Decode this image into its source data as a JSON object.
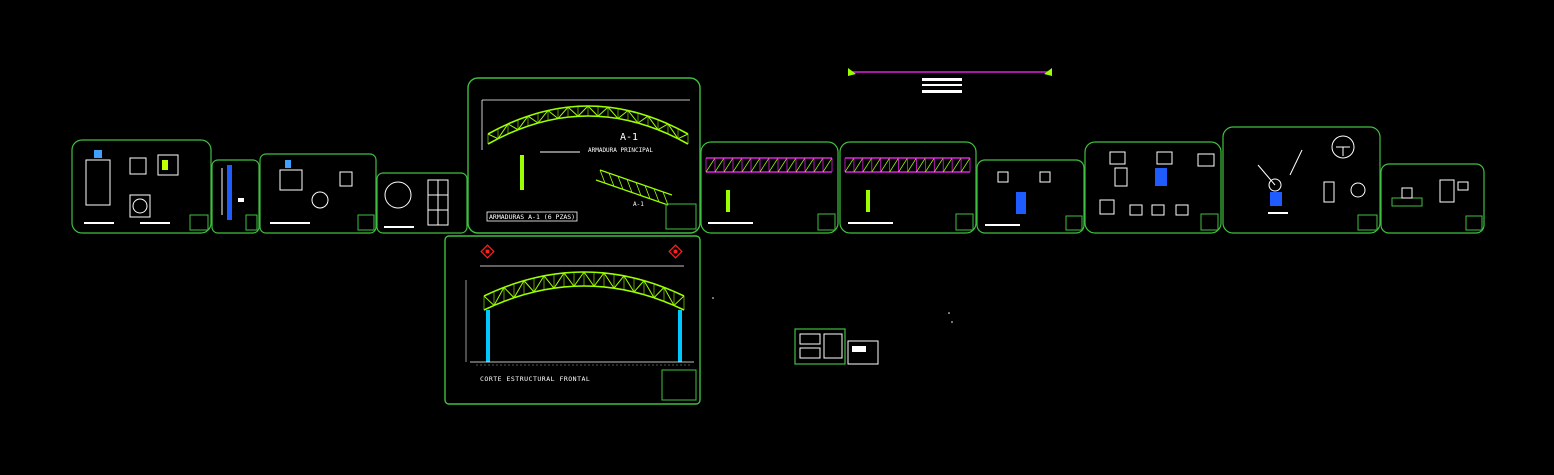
{
  "drawing": {
    "background": "#000000",
    "frame_color": "#3fbf3f",
    "truss_color": "#9cff00",
    "member_color": "#e020e0",
    "column_color": "#00c8ff",
    "annotation_color": "#ffffff",
    "marker_color": "#ff2020"
  },
  "main_truss_sheet": {
    "mark": "A-1",
    "title": "ARMADURA PRINCIPAL",
    "section_mark": "A-1",
    "caption": "ARMADURAS A-1 (6 PZAS)"
  },
  "section_sheet": {
    "caption": "CORTE ESTRUCTURAL FRONTAL"
  },
  "sheets": [
    {
      "id": "sheet-01-details",
      "label": ""
    },
    {
      "id": "sheet-02-column",
      "label": ""
    },
    {
      "id": "sheet-03-anchor",
      "label": ""
    },
    {
      "id": "sheet-04-plan",
      "label": ""
    },
    {
      "id": "sheet-05-main-truss",
      "label": ""
    },
    {
      "id": "sheet-06-side-truss-1",
      "label": ""
    },
    {
      "id": "sheet-07-side-truss-2",
      "label": ""
    },
    {
      "id": "sheet-08-connection",
      "label": ""
    },
    {
      "id": "sheet-09-joints",
      "label": ""
    },
    {
      "id": "sheet-10-welds",
      "label": ""
    },
    {
      "id": "sheet-11-base",
      "label": ""
    },
    {
      "id": "sheet-12-frontal-section",
      "label": ""
    },
    {
      "id": "sheet-13-legend",
      "label": ""
    }
  ]
}
